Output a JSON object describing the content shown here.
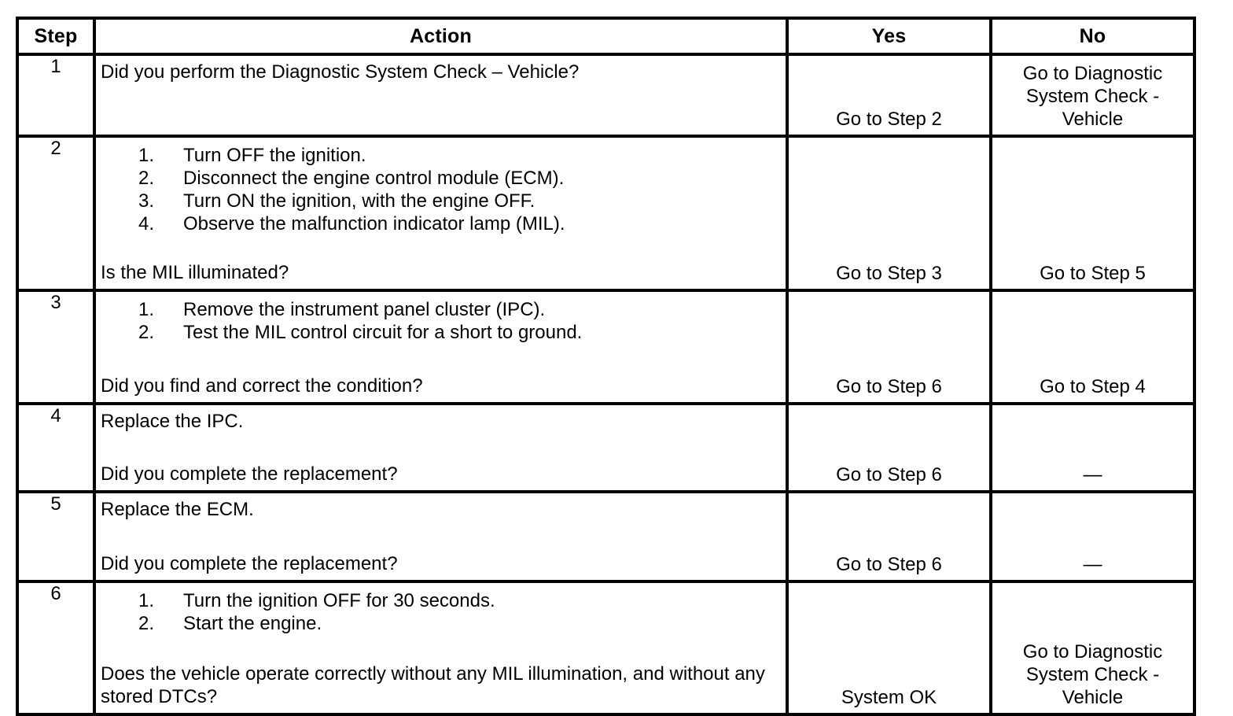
{
  "table": {
    "headers": {
      "step": "Step",
      "action": "Action",
      "yes": "Yes",
      "no": "No"
    },
    "rows": [
      {
        "step": "1",
        "lead": "Did you perform the Diagnostic System Check – Vehicle?",
        "list": [],
        "question": "",
        "yes": [
          "Go to Step 2"
        ],
        "no": [
          "Go to Diagnostic",
          "System Check -",
          "Vehicle"
        ]
      },
      {
        "step": "2",
        "lead": "",
        "list": [
          {
            "num": "1.",
            "text": "Turn OFF the ignition."
          },
          {
            "num": "2.",
            "text": "Disconnect the engine control module (ECM)."
          },
          {
            "num": "3.",
            "text": "Turn ON the ignition, with the engine OFF."
          },
          {
            "num": "4.",
            "text": "Observe the malfunction indicator lamp (MIL)."
          }
        ],
        "question": "Is the MIL illuminated?",
        "yes": [
          "Go to Step 3"
        ],
        "no": [
          "Go to Step 5"
        ]
      },
      {
        "step": "3",
        "lead": "",
        "list": [
          {
            "num": "1.",
            "text": "Remove the instrument panel cluster (IPC)."
          },
          {
            "num": "2.",
            "text": "Test the MIL control circuit for a short to ground."
          }
        ],
        "question": "Did you find and correct the condition?",
        "yes": [
          "Go to Step 6"
        ],
        "no": [
          "Go to Step 4"
        ]
      },
      {
        "step": "4",
        "lead": "Replace the IPC.",
        "list": [],
        "question": "Did you complete the replacement?",
        "yes": [
          "Go to Step 6"
        ],
        "no": [
          "—"
        ]
      },
      {
        "step": "5",
        "lead": "Replace the ECM.",
        "list": [],
        "question": "Did you complete the replacement?",
        "yes": [
          "Go to Step 6"
        ],
        "no": [
          "—"
        ]
      },
      {
        "step": "6",
        "lead": "",
        "list": [
          {
            "num": "1.",
            "text": "Turn the ignition OFF for 30 seconds."
          },
          {
            "num": "2.",
            "text": "Start the engine."
          }
        ],
        "question": "Does the vehicle operate correctly without any MIL illumination, and without any stored DTCs?",
        "yes": [
          "System OK"
        ],
        "no": [
          "Go to Diagnostic",
          "System Check -",
          "Vehicle"
        ]
      }
    ]
  },
  "colors": {
    "border": "#000000",
    "text": "#000000",
    "background": "#ffffff"
  }
}
